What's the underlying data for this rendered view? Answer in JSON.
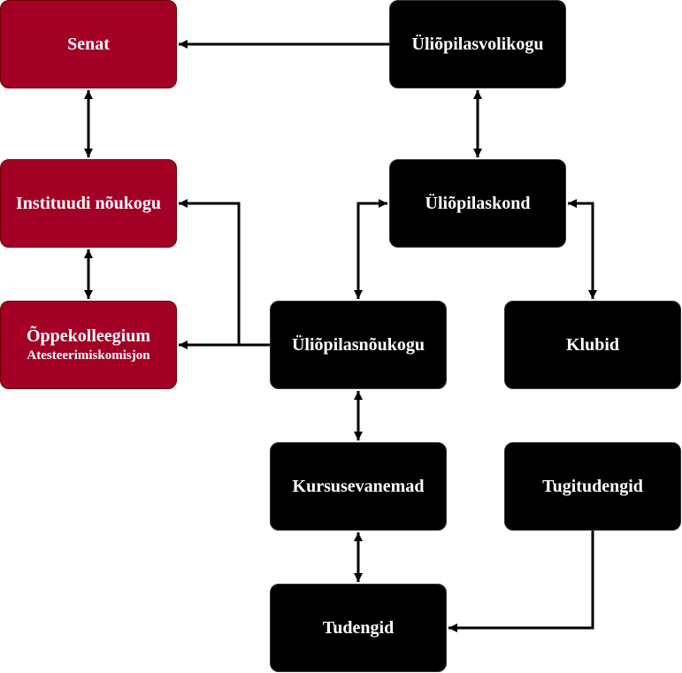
{
  "colors": {
    "red_node": "#a20025",
    "black_node": "#000000",
    "text": "#ffffff",
    "edge": "#000000"
  },
  "nodes": {
    "senat": {
      "label": "Senat"
    },
    "instituudi_noukogu": {
      "label": "Instituudi nõukogu"
    },
    "oppekolleegium": {
      "label": "Õppekolleegium",
      "sublabel": "Atesteerimiskomisjon"
    },
    "uliopilasvolikogu": {
      "label": "Üliõpilasvolikogu"
    },
    "uliopilaskond": {
      "label": "Üliõpilaskond"
    },
    "uliopilasnoukogu": {
      "label": "Üliõpilasnõukogu"
    },
    "klubid": {
      "label": "Klubid"
    },
    "kursusevanemad": {
      "label": "Kursusevanemad"
    },
    "tugitudengid": {
      "label": "Tugitudengid"
    },
    "tudengid": {
      "label": "Tudengid"
    }
  },
  "edges": [
    {
      "from": "Üliõpilasvolikogu",
      "to": "Senat",
      "direction": "one-way"
    },
    {
      "from": "Senat",
      "to": "Instituudi nõukogu",
      "direction": "two-way"
    },
    {
      "from": "Instituudi nõukogu",
      "to": "Õppekolleegium",
      "direction": "two-way"
    },
    {
      "from": "Üliõpilasvolikogu",
      "to": "Üliõpilaskond",
      "direction": "two-way"
    },
    {
      "from": "Üliõpilaskond",
      "to": "Üliõpilasnõukogu",
      "direction": "two-way"
    },
    {
      "from": "Üliõpilaskond",
      "to": "Klubid",
      "direction": "two-way"
    },
    {
      "from": "Üliõpilasnõukogu",
      "to": "Instituudi nõukogu",
      "direction": "one-way"
    },
    {
      "from": "Üliõpilasnõukogu",
      "to": "Õppekolleegium",
      "direction": "one-way"
    },
    {
      "from": "Üliõpilasnõukogu",
      "to": "Kursusevanemad",
      "direction": "two-way"
    },
    {
      "from": "Kursusevanemad",
      "to": "Tudengid",
      "direction": "two-way"
    },
    {
      "from": "Tugitudengid",
      "to": "Tudengid",
      "direction": "one-way"
    }
  ]
}
